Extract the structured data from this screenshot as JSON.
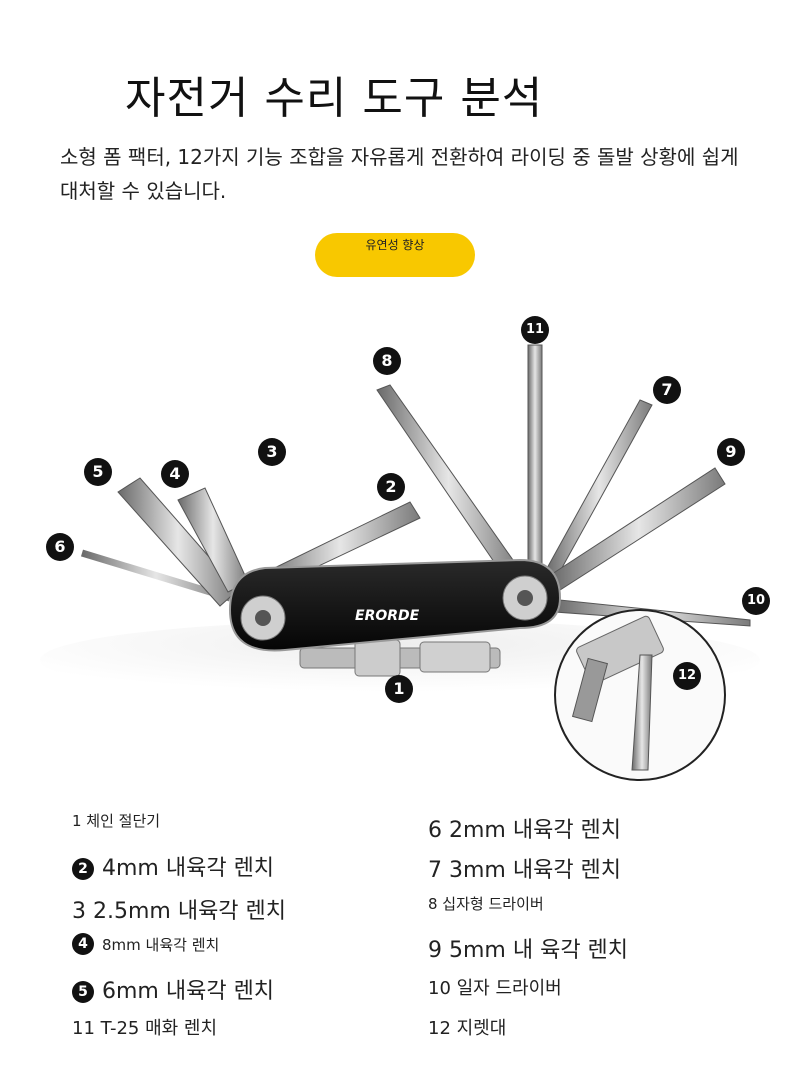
{
  "title": "자전거 수리 도구 분석",
  "subtitle": "소형 폼 팩터, 12가지 기능 조합을 자유롭게 전환하여 라이딩 중 돌발 상황에 쉽게 대처할 수 있습니다.",
  "pill_label": "유연성 향상",
  "brand_label": "ERORDE",
  "callouts": [
    "1",
    "2",
    "3",
    "4",
    "5",
    "6",
    "7",
    "8",
    "9",
    "10",
    "11",
    "12"
  ],
  "legend": {
    "item1": "1 체인 절단기",
    "item2_num": "2",
    "item2": "4mm 내육각 렌치",
    "item3": "3 2.5mm 내육각 렌치",
    "item4_num": "4",
    "item4": "8mm 내육각 렌치",
    "item5_num": "5",
    "item5": "6mm 내육각 렌치",
    "item6": "6 2mm 내육각 렌치",
    "item7": "7 3mm 내육각 렌치",
    "item8": "8 십자형 드라이버",
    "item9": "9 5mm 내 육각 렌치",
    "item10": "10 일자 드라이버",
    "item11": "11 T-25 매화 렌치",
    "item12": "12 지렛대"
  }
}
